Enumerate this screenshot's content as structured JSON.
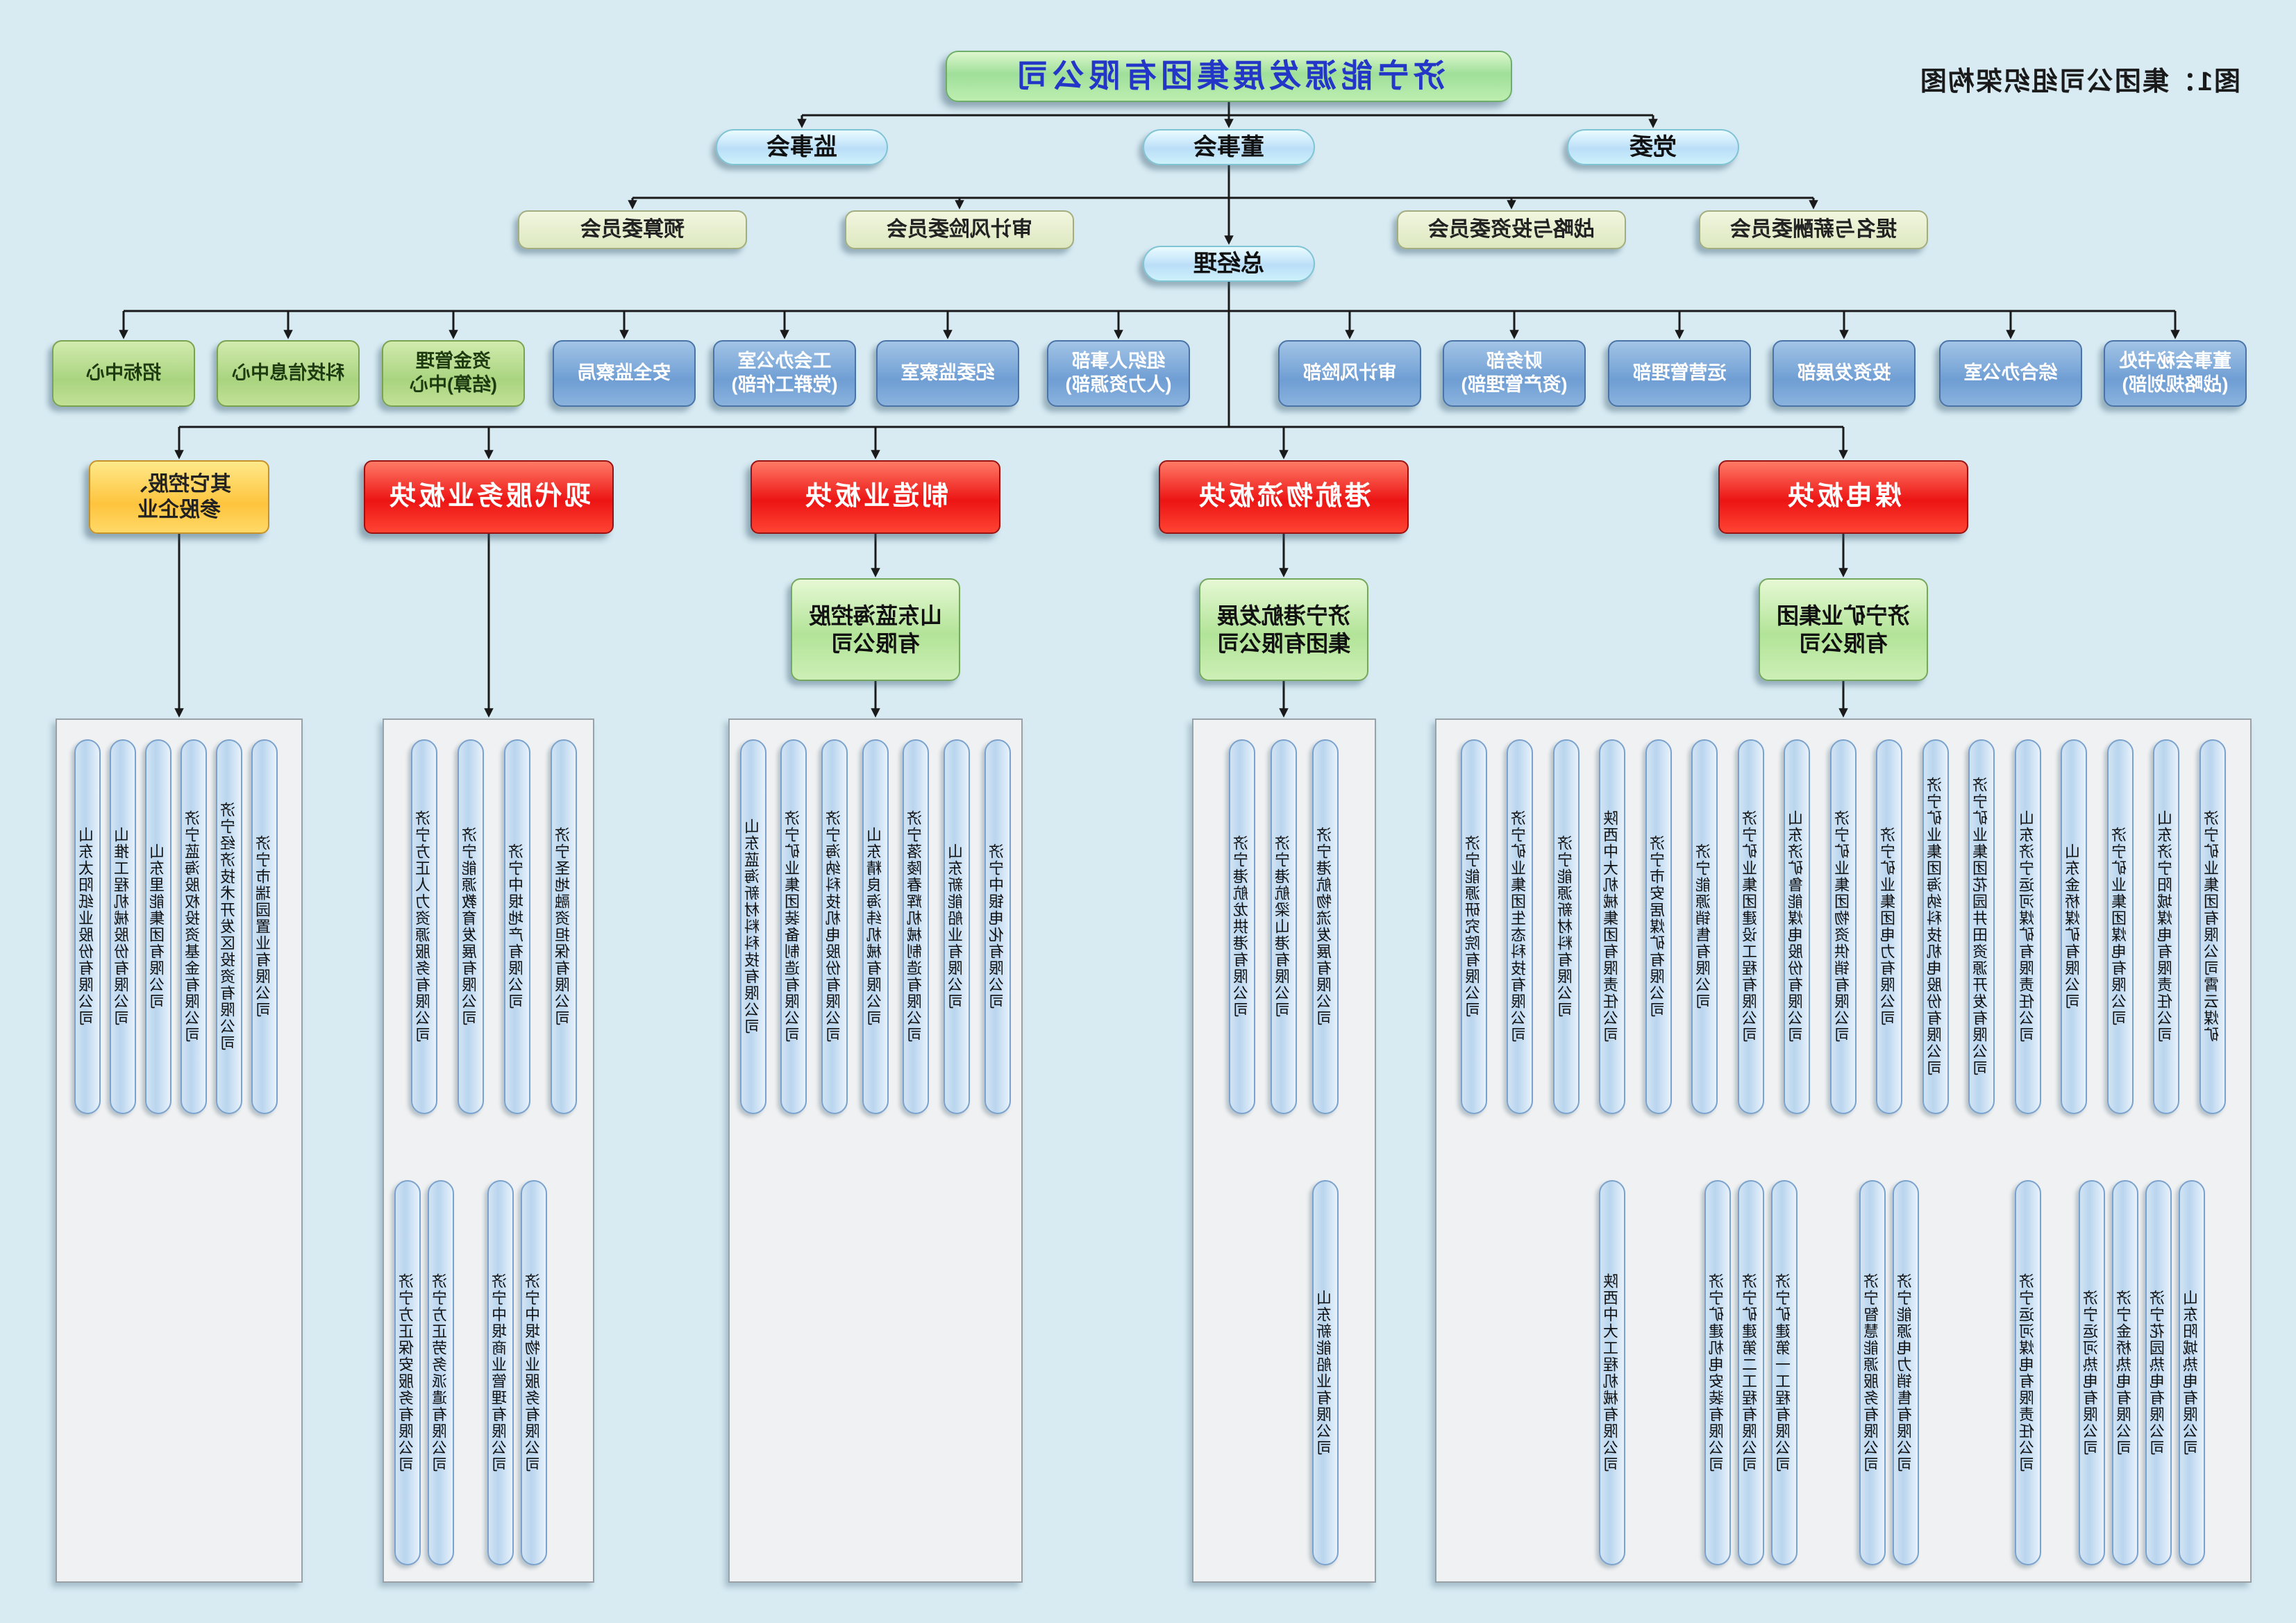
{
  "caption": "图1：集团公司组织架构图",
  "root": {
    "label": "济宁能源发展集团有限公司"
  },
  "governance": {
    "party_committee": "党委",
    "board": "董事会",
    "supervisory_board": "监事会",
    "general_manager": "总经理",
    "committees": [
      "提名与薪酬委员会",
      "战略与投资委员会",
      "审计风险委员会",
      "预算委员会"
    ]
  },
  "departments": [
    {
      "label": "董事会秘书处\n(战略规划部)"
    },
    {
      "label": "综合办公室"
    },
    {
      "label": "投资发展部"
    },
    {
      "label": "运营管理部"
    },
    {
      "label": "财务部\n(资产管理部)"
    },
    {
      "label": "审计风险部"
    },
    {
      "label": "组织人事部\n(人力资源部)"
    },
    {
      "label": "纪委监察室"
    },
    {
      "label": "工会办公室\n(党群工作部)"
    },
    {
      "label": "安全监察局"
    },
    {
      "label": "资金管理\n(结算)中心"
    },
    {
      "label": "科技信息中心"
    },
    {
      "label": "招标中心"
    }
  ],
  "blocks": [
    {
      "label": "煤电板块",
      "style": "red"
    },
    {
      "label": "港航物流板块",
      "style": "red"
    },
    {
      "label": "制造业板块",
      "style": "red"
    },
    {
      "label": "现代服务业板块",
      "style": "red"
    },
    {
      "label": "其它控股、\n参股企业",
      "style": "yellow"
    }
  ],
  "groups": [
    "济宁矿业集团\n有限公司",
    "济宁港航发展\n集团有限公司",
    "山东蓝海控股\n有限公司"
  ],
  "panels": [
    {
      "block": "煤电板块",
      "pills": [
        "济宁矿业集团有限公司霄云煤矿",
        "山东济宁阳城煤电有限责任公司",
        "济宁矿业集团煤电有限公司",
        "山东金桥煤矿有限公司",
        "山东济宁运河煤矿有限责任公司",
        "济宁矿业集团花园井田资源开发有限公司",
        "济宁矿业集团海纳科技机电股份有限公司",
        "济宁矿业集团电力有限公司",
        "济宁矿业集团物资供销有限公司",
        "山东济矿鲁能煤电股份有限公司",
        "济宁矿业集团建设工程有限公司",
        "济宁能源销售有限公司",
        "济宁市安居煤矿有限公司",
        "陕西中大机械集团有限责任公司",
        "济宁能源新材料有限公司",
        "济宁矿业集团生态科技有限公司",
        "济宁能源研究院有限公司"
      ],
      "kid_pills": [
        "山东阳城热电有限公司",
        "济宁花园热电有限公司",
        "济宁金桥热电有限公司",
        "济宁运河热电有限公司",
        "济宁运河煤电有限责任公司",
        "济宁能源电力销售有限公司",
        "济宁智慧能源服务有限公司",
        "济宁矿建第一工程有限公司",
        "济宁矿建第二工程有限公司",
        "济宁矿建机电安装有限公司",
        "陕西中大工程机械有限公司"
      ]
    },
    {
      "block": "港航物流板块",
      "pills": [
        "济宁港航物流发展有限公司",
        "济宁港航梁山港有限公司",
        "济宁港航龙拱港有限公司"
      ],
      "kid_pills": [
        "山东新能船业有限公司"
      ]
    },
    {
      "block": "制造业板块",
      "pills": [
        "济宁中银电化有限公司",
        "山东新能船业有限公司",
        "济宁落陵春辉机械制造有限公司",
        "山东精良海纬机械有限公司",
        "济宁海纳科技机电股份有限公司",
        "济宁矿业集团装备制造有限公司",
        "山东蓝海新材料科技有限公司"
      ],
      "kid_pills": []
    },
    {
      "block": "现代服务业板块",
      "pills": [
        "济宁圣地融资担保有限公司",
        "济宁中垠地产有限公司",
        "济宁能源教育发展有限公司",
        "济宁方正人力资源服务有限公司"
      ],
      "kid_pills": [
        "济宁中垠物业服务有限公司",
        "济宁中垠商业管理有限公司",
        "济宁方正劳务派遣有限公司",
        "济宁方正保安服务有限公司"
      ]
    },
    {
      "block": "其它控股、参股企业",
      "pills": [
        "济宁市瑞园置业有限公司",
        "济宁经济技术开发区投资有限公司",
        "济宁蓝海股权投资基金有限公司",
        "山东里能集团有限公司",
        "山推工程机械股份有限公司",
        "山东太阳纸业股份有限公司"
      ],
      "kid_pills": []
    }
  ],
  "colors": {
    "background": "#d8ebf3",
    "block_red": "#ec1414",
    "block_yellow": "#fec43d",
    "dept_blue": "#6f9ed4",
    "dept_green": "#a9d47f",
    "node_green": "#9fdf9a",
    "node_cyan": "#badef8",
    "pill_blue": "#b9d5ee",
    "connector": "#1a1a1a"
  }
}
